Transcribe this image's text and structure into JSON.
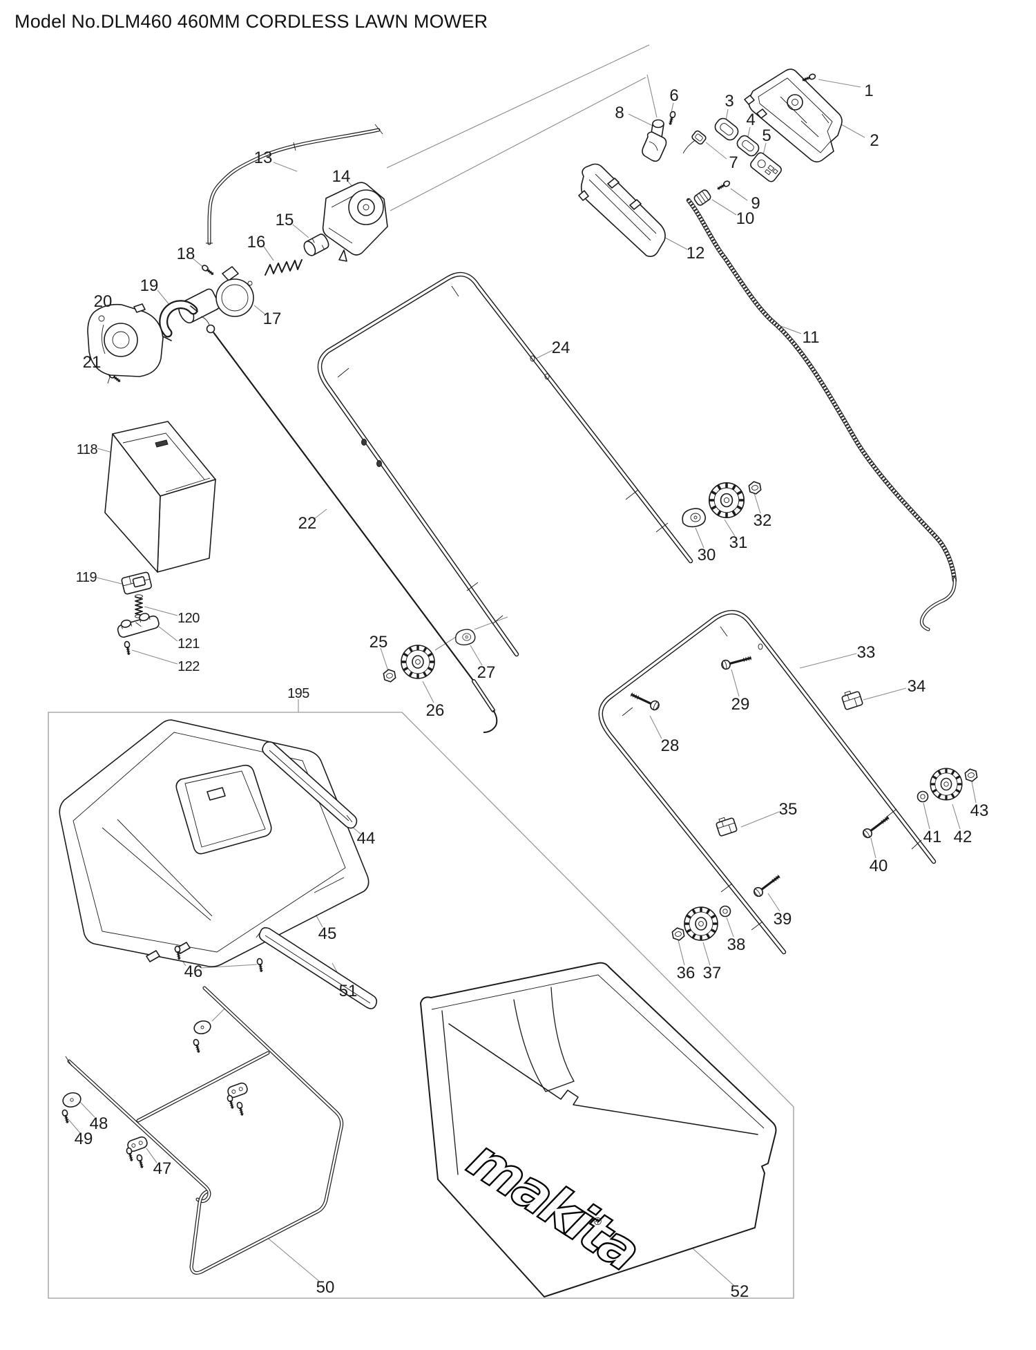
{
  "title": "Model No.DLM460 460MM CORDLESS LAWN MOWER",
  "diagram": {
    "brand_logo": "makita",
    "registered_mark": "®",
    "parts": [
      {
        "label": "1"
      },
      {
        "label": "2"
      },
      {
        "label": "3"
      },
      {
        "label": "4"
      },
      {
        "label": "5"
      },
      {
        "label": "6"
      },
      {
        "label": "7"
      },
      {
        "label": "8"
      },
      {
        "label": "9"
      },
      {
        "label": "10"
      },
      {
        "label": "11"
      },
      {
        "label": "12"
      },
      {
        "label": "13"
      },
      {
        "label": "14"
      },
      {
        "label": "15"
      },
      {
        "label": "16"
      },
      {
        "label": "17"
      },
      {
        "label": "18"
      },
      {
        "label": "19"
      },
      {
        "label": "20"
      },
      {
        "label": "21"
      },
      {
        "label": "22"
      },
      {
        "label": "24"
      },
      {
        "label": "25"
      },
      {
        "label": "26"
      },
      {
        "label": "27"
      },
      {
        "label": "28"
      },
      {
        "label": "29"
      },
      {
        "label": "30"
      },
      {
        "label": "31"
      },
      {
        "label": "32"
      },
      {
        "label": "33"
      },
      {
        "label": "34"
      },
      {
        "label": "35"
      },
      {
        "label": "36"
      },
      {
        "label": "37"
      },
      {
        "label": "38"
      },
      {
        "label": "39"
      },
      {
        "label": "40"
      },
      {
        "label": "41"
      },
      {
        "label": "42"
      },
      {
        "label": "43"
      },
      {
        "label": "44"
      },
      {
        "label": "45"
      },
      {
        "label": "46"
      },
      {
        "label": "47"
      },
      {
        "label": "48"
      },
      {
        "label": "49"
      },
      {
        "label": "50"
      },
      {
        "label": "51"
      },
      {
        "label": "52"
      },
      {
        "label": "118"
      },
      {
        "label": "119"
      },
      {
        "label": "120"
      },
      {
        "label": "121"
      },
      {
        "label": "122"
      },
      {
        "label": "195"
      }
    ]
  }
}
